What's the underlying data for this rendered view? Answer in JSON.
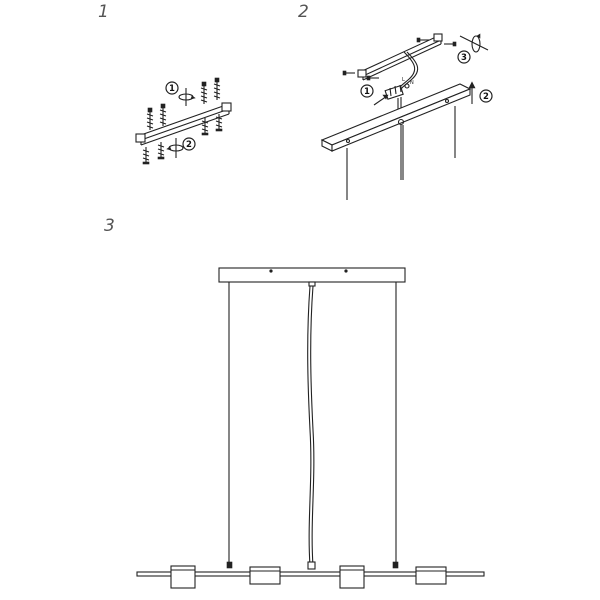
{
  "steps": {
    "step1": {
      "number": "1",
      "badges": [
        "1",
        "2"
      ]
    },
    "step2": {
      "number": "2",
      "badges": [
        "1",
        "2",
        "3"
      ],
      "wire_labels": [
        "L",
        "N"
      ]
    },
    "step3": {
      "number": "3"
    }
  },
  "colors": {
    "line": "#222222",
    "background": "#ffffff"
  }
}
